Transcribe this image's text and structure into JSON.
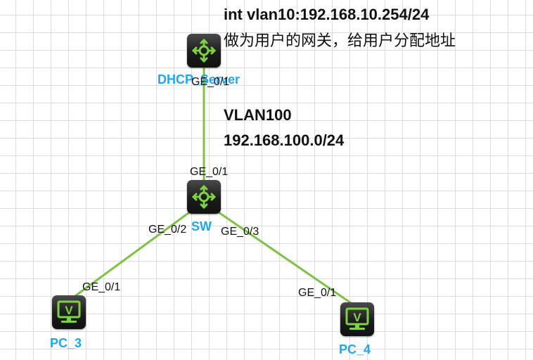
{
  "devices": {
    "dhcp_server": {
      "name": "DHCP_Server",
      "icon": "router-icon"
    },
    "sw": {
      "name": "SW",
      "icon": "router-icon"
    },
    "pc3": {
      "name": "PC_3",
      "icon": "pc-icon"
    },
    "pc4": {
      "name": "PC_4",
      "icon": "pc-icon"
    }
  },
  "ports": {
    "dhcp_ge01": "GE_0/1",
    "sw_ge01": "GE_0/1",
    "sw_ge02": "GE_0/2",
    "sw_ge03": "GE_0/3",
    "pc3_ge01": "GE_0/1",
    "pc4_ge01": "GE_0/1"
  },
  "annotations": {
    "interface_line": "int vlan10:192.168.10.254/24",
    "gateway_note": "做为用户的网关，给用户分配地址",
    "vlan_name": "VLAN100",
    "vlan_subnet": "192.168.100.0/24"
  },
  "colors": {
    "link": "#7dc242",
    "device_icon": "#7dd341",
    "label": "#1ea7f0"
  }
}
